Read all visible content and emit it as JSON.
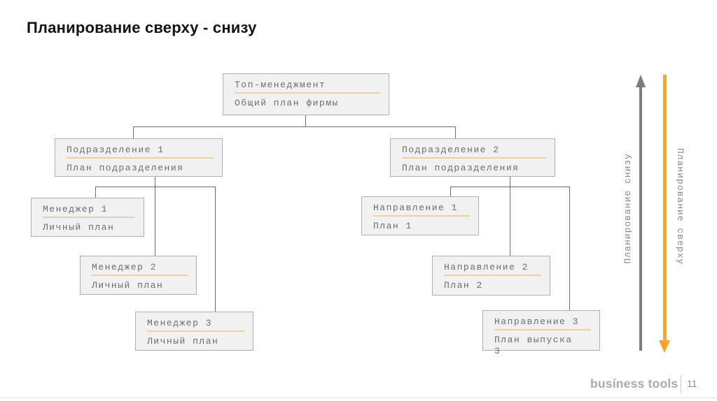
{
  "slide": {
    "title": "Планирование сверху - снизу",
    "footer": {
      "logo_text": "busíness tools",
      "page_number": "11"
    }
  },
  "org_chart": {
    "nodes": [
      {
        "label": "Топ-менеджмент",
        "sublabel": "Общий план фирмы"
      },
      {
        "label": "Подразделение 1",
        "sublabel": "План подразделения"
      },
      {
        "label": "Подразделение 2",
        "sublabel": "План подразделения"
      },
      {
        "label": "Менеджер 1",
        "sublabel": "Личный план"
      },
      {
        "label": "Менеджер 2",
        "sublabel": "Личный план"
      },
      {
        "label": "Менеджер 3",
        "sublabel": "Личный план"
      },
      {
        "label": "Направление 1",
        "sublabel": "План 1"
      },
      {
        "label": "Направление 2",
        "sublabel": "План 2"
      },
      {
        "label": "Направление 3",
        "sublabel": "План выпуска 3"
      }
    ]
  },
  "side_arrows": {
    "bottom_up_label": "Планирование снизу",
    "top_down_label": "Планирование сверху"
  },
  "colors": {
    "accent_orange": "#FFA321",
    "underline_tan": "#EDD09E",
    "arrow_gray": "#7D7D7D",
    "box_fill": "#F1F1F1",
    "box_border": "#B0B0B0",
    "box_text": "#6D6D6D",
    "connector_gray": "#6E6E6E",
    "title_color": "#141414",
    "footer_gray": "#ABABAB"
  }
}
